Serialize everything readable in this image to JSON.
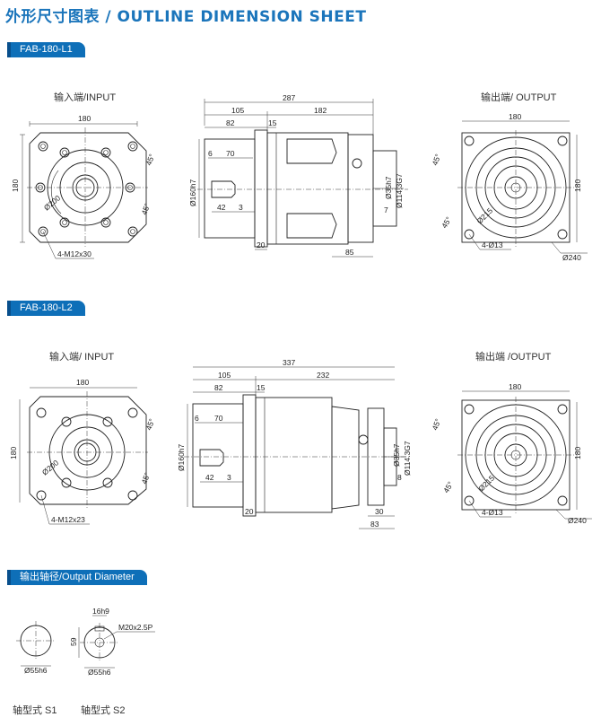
{
  "title": "外形尺寸图表 / OUTLINE DIMENSION SHEET",
  "sections": [
    {
      "tag": "FAB-180-L1",
      "input_label": "输入端/INPUT",
      "output_label": "输出端/ OUTPUT",
      "input_dims": {
        "width": "180",
        "height": "180",
        "pcd": "Ø200",
        "angle": "45°",
        "holes": "4-M12x30"
      },
      "side_dims": {
        "total": "287",
        "d105": "105",
        "d182": "182",
        "d82": "82",
        "d15": "15",
        "d70": "70",
        "d6": "6",
        "d42": "42",
        "d3": "3",
        "d20": "20",
        "d85": "85",
        "d7": "7",
        "dia160": "Ø160h7",
        "dia35": "Ø35h7",
        "dia114": "Ø114.3G7"
      },
      "output_dims": {
        "width": "180",
        "height": "180",
        "angle": "45°",
        "pcd": "Ø215",
        "holes": "4-Ø13",
        "dia": "Ø240"
      }
    },
    {
      "tag": "FAB-180-L2",
      "input_label": "输入端/ INPUT",
      "output_label": "输出端 /OUTPUT",
      "input_dims": {
        "width": "180",
        "height": "180",
        "pcd": "Ø200",
        "angle": "45°",
        "holes": "4-M12x23"
      },
      "side_dims": {
        "total": "337",
        "d105": "105",
        "d232": "232",
        "d82": "82",
        "d15": "15",
        "d70": "70",
        "d6": "6",
        "d42": "42",
        "d3": "3",
        "d20": "20",
        "d30": "30",
        "d83": "83",
        "d8": "8",
        "dia160": "Ø160h7",
        "dia35": "Ø35h7",
        "dia114": "Ø114.3G7"
      },
      "output_dims": {
        "width": "180",
        "height": "180",
        "angle": "45°",
        "pcd": "Ø215",
        "holes": "4-Ø13",
        "dia": "Ø240"
      }
    }
  ],
  "shaft": {
    "tag": "输出轴径/Output Diameter",
    "s1": {
      "dia": "Ø55h6",
      "label": "轴型式 S1"
    },
    "s2": {
      "key": "16h9",
      "height": "59",
      "thread": "M20x2.5P",
      "dia": "Ø55h6",
      "label": "轴型式 S2"
    }
  }
}
